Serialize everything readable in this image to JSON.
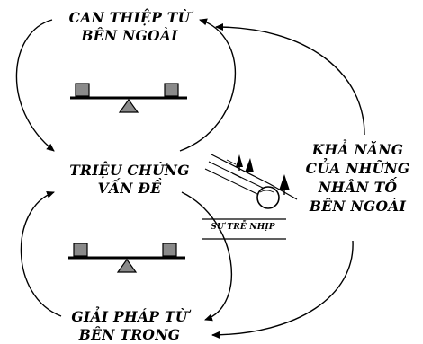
{
  "labels": {
    "top_line1": "CAN THIỆP TỪ",
    "top_line2": "BÊN NGOÀI",
    "mid_line1": "TRIỆU CHỨNG",
    "mid_line2": "VẤN ĐỀ",
    "bottom_line1": "GIẢI PHÁP TỪ",
    "bottom_line2": "BÊN TRONG",
    "right_line1": "KHẢ NĂNG",
    "right_line2": "CỦA NHỮNG",
    "right_line3": "NHÂN TỐ",
    "right_line4": "BÊN NGOÀI",
    "delay": "SỰ TRỄ NHỊP"
  }
}
